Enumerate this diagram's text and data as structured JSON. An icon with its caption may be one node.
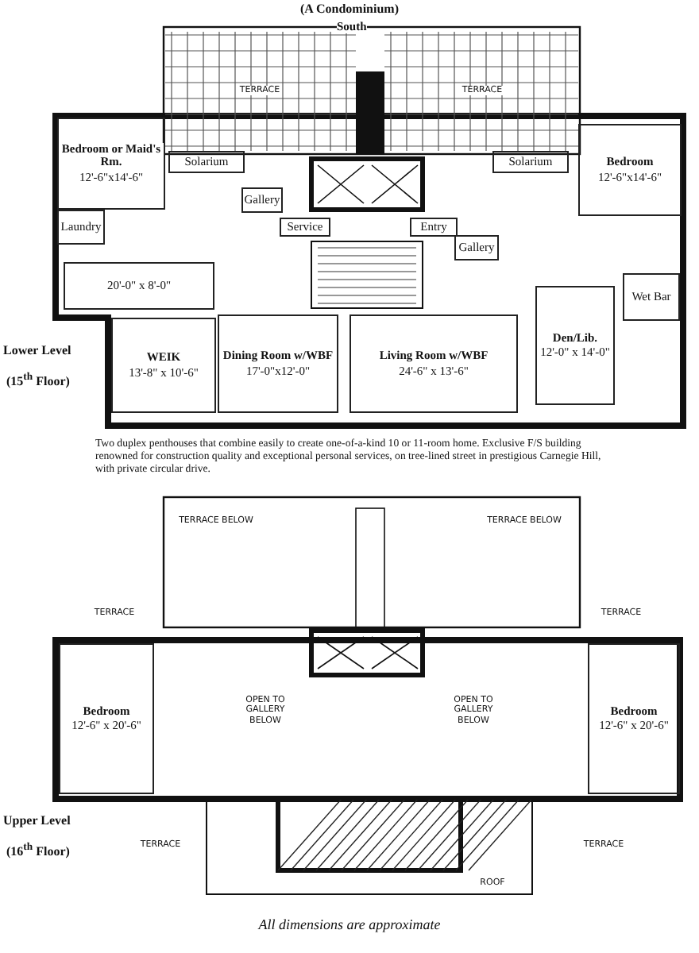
{
  "diagram": {
    "title": "(A Condominium)",
    "caption": "All dimensions are approximate",
    "nodes": [
      {
        "text": [
          "TERRACE"
        ]
      },
      {
        "text": [
          "TERRACE"
        ]
      },
      {
        "text": [
          "Bedroom or Maid's Rm.",
          "12'-6\"x14'-6\""
        ]
      },
      {
        "text": [
          "Solarium"
        ]
      },
      {
        "text": [
          "Solarium"
        ]
      },
      {
        "text": [
          "Bedroom",
          "12'-6\"x14'-6\""
        ]
      },
      {
        "text": [
          "Gallery"
        ]
      },
      {
        "text": [
          "Service"
        ]
      },
      {
        "text": [
          "Entry"
        ]
      },
      {
        "text": [
          "Laundry"
        ]
      },
      {
        "text": [
          "Gallery"
        ]
      },
      {
        "text": [
          "20'-0\" x 8'-0\""
        ]
      },
      {
        "text": [
          "Wet Bar"
        ]
      },
      {
        "text": [
          "Den/Lib.",
          "12'-0\" x 14'-0\""
        ]
      },
      {
        "text": [
          "WEIK",
          "13'-8\" x 10'-6\""
        ]
      },
      {
        "text": [
          "Dining Room w/WBF",
          "17'-0\"x12'-0\""
        ]
      },
      {
        "text": [
          "Living Room w/WBF",
          "24'-6\" x 13'-6\""
        ]
      },
      {
        "text": [
          "TERRACE BELOW"
        ]
      },
      {
        "text": [
          "TERRACE BELOW"
        ]
      },
      {
        "text": [
          "TERRACE"
        ]
      },
      {
        "text": [
          "TERRACE"
        ]
      },
      {
        "text": [
          "Bedroom",
          "12'-6\" x 20'-6\""
        ]
      },
      {
        "text": [
          "OPEN TO GALLERY BELOW"
        ]
      },
      {
        "text": [
          "OPEN TO GALLERY BELOW"
        ]
      },
      {
        "text": [
          "Bedroom",
          "12'-6\" x 20'-6\""
        ]
      },
      {
        "text": [
          "TERRACE"
        ]
      },
      {
        "text": [
          "ROOF"
        ]
      },
      {
        "text": [
          "TERRACE"
        ]
      }
    ],
    "edges": [],
    "labels": [
      "South",
      "Lower Level",
      "(15$^{th}$ Floor)",
      "Two duplex penthouses that combine easily to create one-of-a-kind 10 or 11-room home. Exclusive F/S building renowned for construction quality and exceptional personal services, on tree-lined street in prestigious Carnegie Hill, with private circular drive.",
      "Upper Level",
      "(16$^{th}$ Floor)"
    ]
  }
}
